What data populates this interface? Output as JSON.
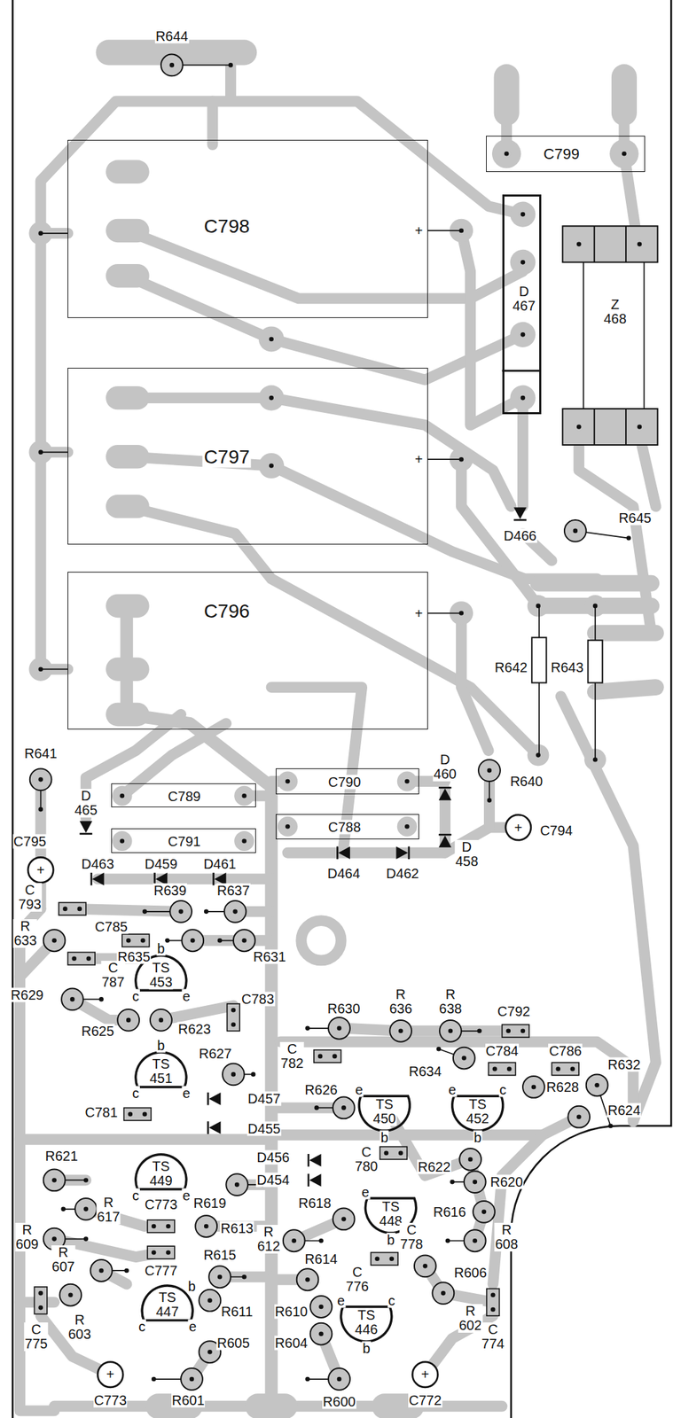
{
  "diagram": {
    "nodes": [
      {
        "text": [
          "C799"
        ]
      },
      {
        "text": [
          "C798"
        ]
      },
      {
        "text": [
          "D 467"
        ]
      },
      {
        "text": [
          "C797"
        ]
      },
      {
        "text": [
          "C796"
        ]
      },
      {
        "text": [
          "C790"
        ]
      },
      {
        "text": [
          "C789"
        ]
      },
      {
        "text": [
          "C788"
        ]
      },
      {
        "text": [
          "C791"
        ]
      }
    ],
    "labels": [
      "R644",
      "+",
      "+",
      "Z 468",
      "D466",
      "R645",
      "+",
      "R642",
      "R643",
      "R641",
      "D 465",
      "C795",
      "+",
      "D 460",
      "R640",
      "C794",
      "+",
      "D 458",
      "D463",
      "D459",
      "D461",
      "D464",
      "D462",
      "C 793",
      "R639",
      "R637",
      "R 633",
      "C785",
      "R635",
      "R631",
      "C 787",
      "b",
      "TS 453",
      "c",
      "e",
      "R629",
      "C783",
      "R625",
      "R623",
      "R630",
      "R 636",
      "R 638",
      "C792",
      "C 782",
      "C784",
      "C786",
      "b",
      "TS 451",
      "c",
      "e",
      "R627",
      "R626",
      "e",
      "TS 450",
      "b",
      "R634",
      "e",
      "TS 452",
      "c",
      "b",
      "R628",
      "R632",
      "R624",
      "D457",
      "C781",
      "D455",
      "D456",
      "D454",
      "C 780",
      "R622",
      "R621",
      "c",
      "TS 449",
      "e",
      "R619",
      "R620",
      "e",
      "TS 448",
      "b",
      "R 617",
      "C773",
      "R613",
      "R618",
      "R616",
      "R 609",
      "R 612",
      "C 778",
      "R 608",
      "R 607",
      "C777",
      "R615",
      "R614",
      "C 776",
      "R606",
      "b",
      "TS 447",
      "c",
      "e",
      "e",
      "TS 446",
      "c",
      "b",
      "R 603",
      "R611",
      "R610",
      "R 602",
      "C 774",
      "C 775",
      "R605",
      "R604",
      "C773",
      "+",
      "R601",
      "R600",
      "C772",
      "+"
    ]
  }
}
